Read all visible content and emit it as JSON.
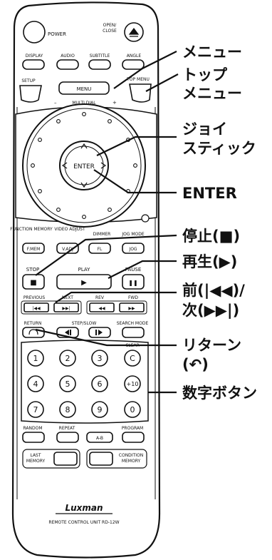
{
  "remote": {
    "top": {
      "power": "POWER",
      "open_close_1": "OPEN/",
      "open_close_2": "CLOSE"
    },
    "row1": [
      "DISPLAY",
      "AUDIO",
      "SUBTITLE",
      "ANGLE"
    ],
    "setup": "SETUP",
    "menu": "MENU",
    "top_menu": "TOP MENU",
    "multi_dial": "MULTI DIAL",
    "minus": "–",
    "plus": "+",
    "enter": "ENTER",
    "func_labels": [
      "FUNCTION MEMORY",
      "VIDEO ADJUST",
      "DIMMER",
      "JOG MODE"
    ],
    "func_buttons": [
      "F.MEM",
      "V.ADJ",
      "FL",
      "JOG"
    ],
    "transport_labels": {
      "stop": "STOP",
      "play": "PLAY",
      "pause": "PAUSE"
    },
    "transport_icons": {
      "stop": "■",
      "play": "▶",
      "pause": "❚❚"
    },
    "skip_labels": [
      "PREVIOUS",
      "NEXT",
      "REV",
      "FWD"
    ],
    "skip_icons": [
      "|◀◀",
      "▶▶|",
      "◀◀",
      "▶▶"
    ],
    "return_row": {
      "return": "RETURN",
      "step_slow": "STEP/SLOW",
      "search_mode": "SEARCH MODE"
    },
    "clear": "CLEAR",
    "numpad": [
      "1",
      "2",
      "3",
      "C",
      "4",
      "5",
      "6",
      "+10",
      "7",
      "8",
      "9",
      "0"
    ],
    "bottom_labels": {
      "random": "RANDOM",
      "repeat": "REPEAT",
      "program": "PROGRAM",
      "ab": "A-B"
    },
    "last_memory": [
      "LAST",
      "MEMORY"
    ],
    "condition_memory": [
      "CONDITION",
      "MEMORY"
    ],
    "brand": "Luxman",
    "model_line": "REMOTE CONTROL UNIT  RD-12W"
  },
  "callouts": {
    "menu": "メニュー",
    "top_menu_1": "トップ",
    "top_menu_2": "メニュー",
    "joystick_1": "ジョイ",
    "joystick_2": "スティック",
    "enter": "ENTER",
    "stop": "停止(■)",
    "play": "再生(▶)",
    "prev_next_1": "前(|◀◀)/",
    "prev_next_2": "次(▶▶|)",
    "return_1": "リターン",
    "return_2": "(↶)",
    "numbers": "数字ボタン"
  }
}
